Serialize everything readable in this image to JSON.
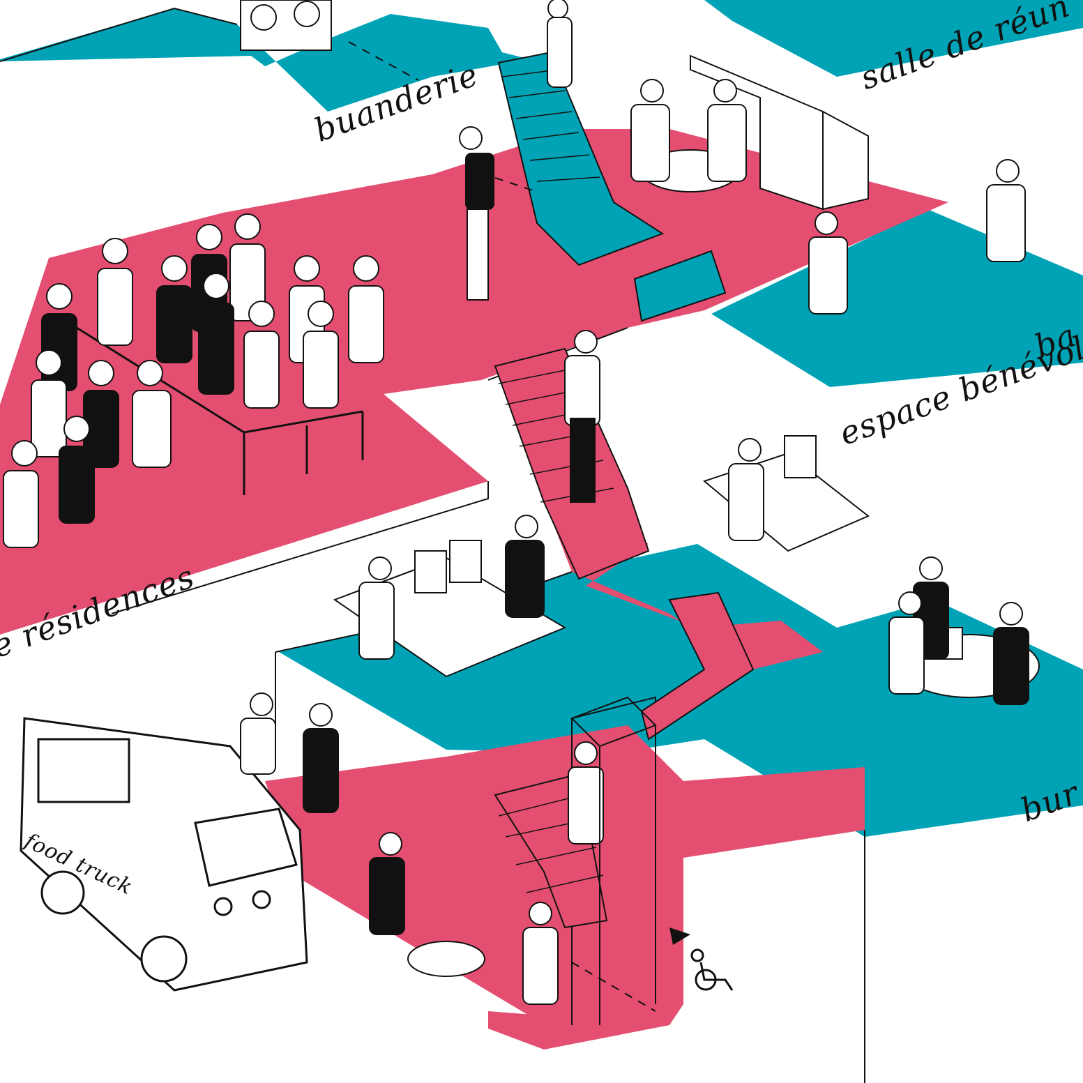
{
  "colors": {
    "pink": "#e44f71",
    "teal": "#00a3b5",
    "ink": "#111111",
    "paper": "#ffffff"
  },
  "labels": {
    "buanderie": "buanderie",
    "salle_de_reunion": "salle de réun",
    "bar": "ba",
    "espace_benevoles": "espace bénévol",
    "residences": "e résidences",
    "bureaux": "bur",
    "food_truck": "food truck"
  },
  "icons": [
    "wheelchair-icon",
    "arrow-icon"
  ]
}
